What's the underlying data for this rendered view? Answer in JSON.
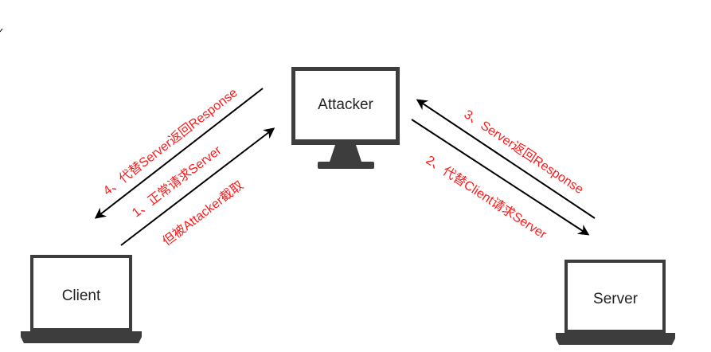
{
  "nodes": {
    "attacker": {
      "label": "Attacker"
    },
    "client": {
      "label": "Client"
    },
    "server": {
      "label": "Server"
    }
  },
  "edges": {
    "step1_line1": "1、正常请求Server",
    "step1_line2": "但被Attacker截取",
    "step2": "2、代替Client请求Server",
    "step3": "3、Server返回Response",
    "step4": "4、代替Server返回Response"
  },
  "colors": {
    "device_frame": "#3d3d3d",
    "arrow": "#000000",
    "step_text": "#ff1a1a",
    "background": "#ffffff"
  }
}
